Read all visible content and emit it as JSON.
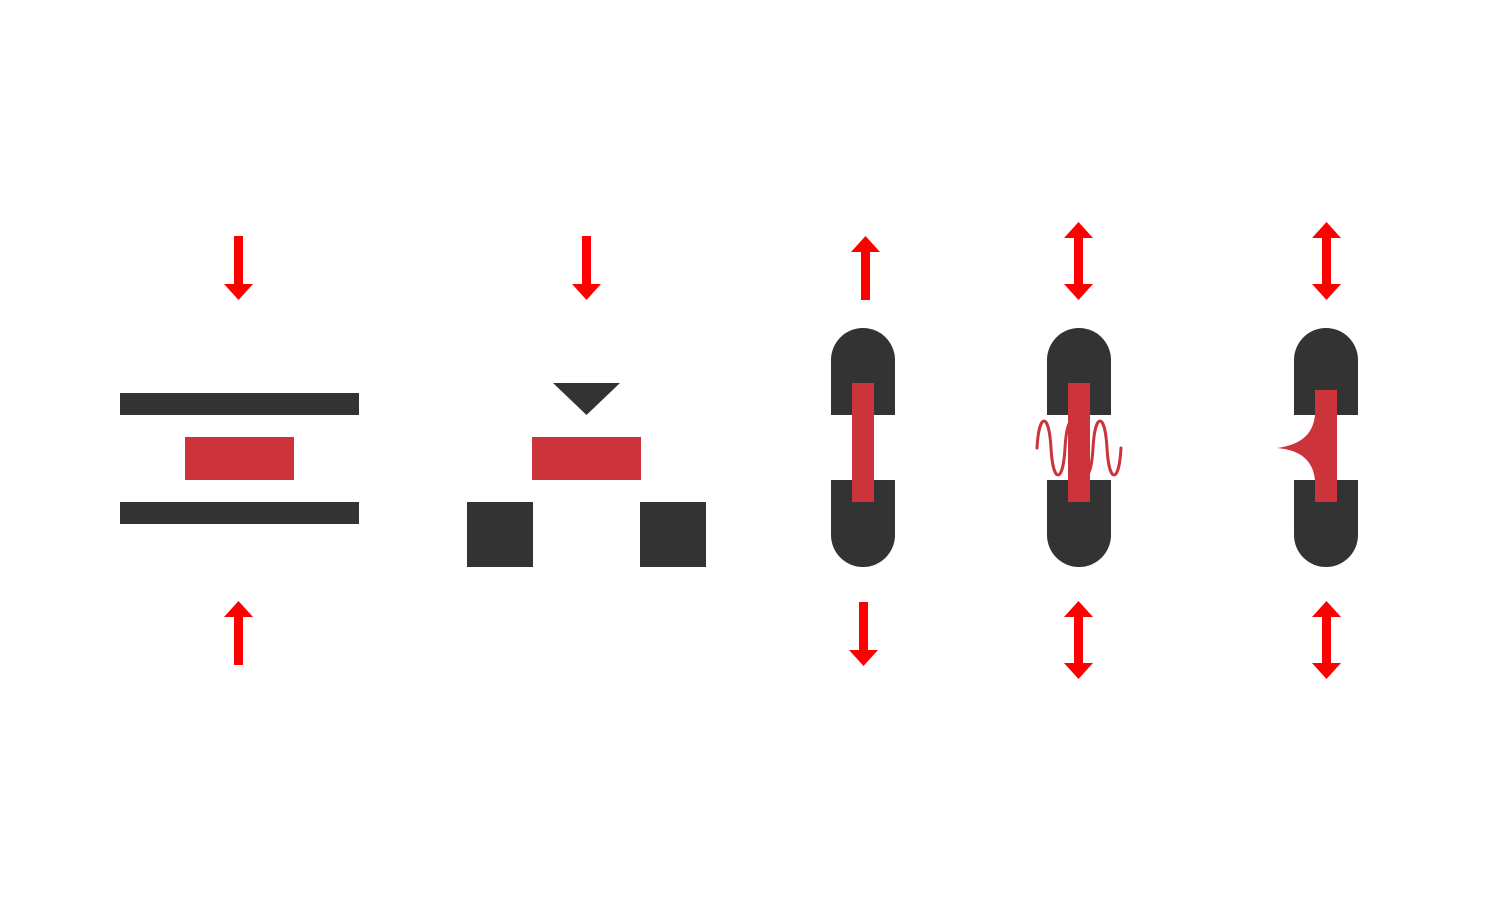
{
  "colors": {
    "background": "#ffffff",
    "fixture": "#333333",
    "specimen": "#cc333b",
    "arrow": "#ff0000"
  },
  "tests": [
    {
      "id": "compression",
      "icon": "compression-test-icon",
      "arrows": "inward"
    },
    {
      "id": "three-point-bending",
      "icon": "three-point-bending-test-icon",
      "arrows": "downward"
    },
    {
      "id": "tension",
      "icon": "tensile-test-icon",
      "arrows": "outward"
    },
    {
      "id": "fatigue",
      "icon": "fatigue-test-icon",
      "arrows": "bidirectional"
    },
    {
      "id": "fracture",
      "icon": "fracture-test-icon",
      "arrows": "bidirectional"
    }
  ]
}
